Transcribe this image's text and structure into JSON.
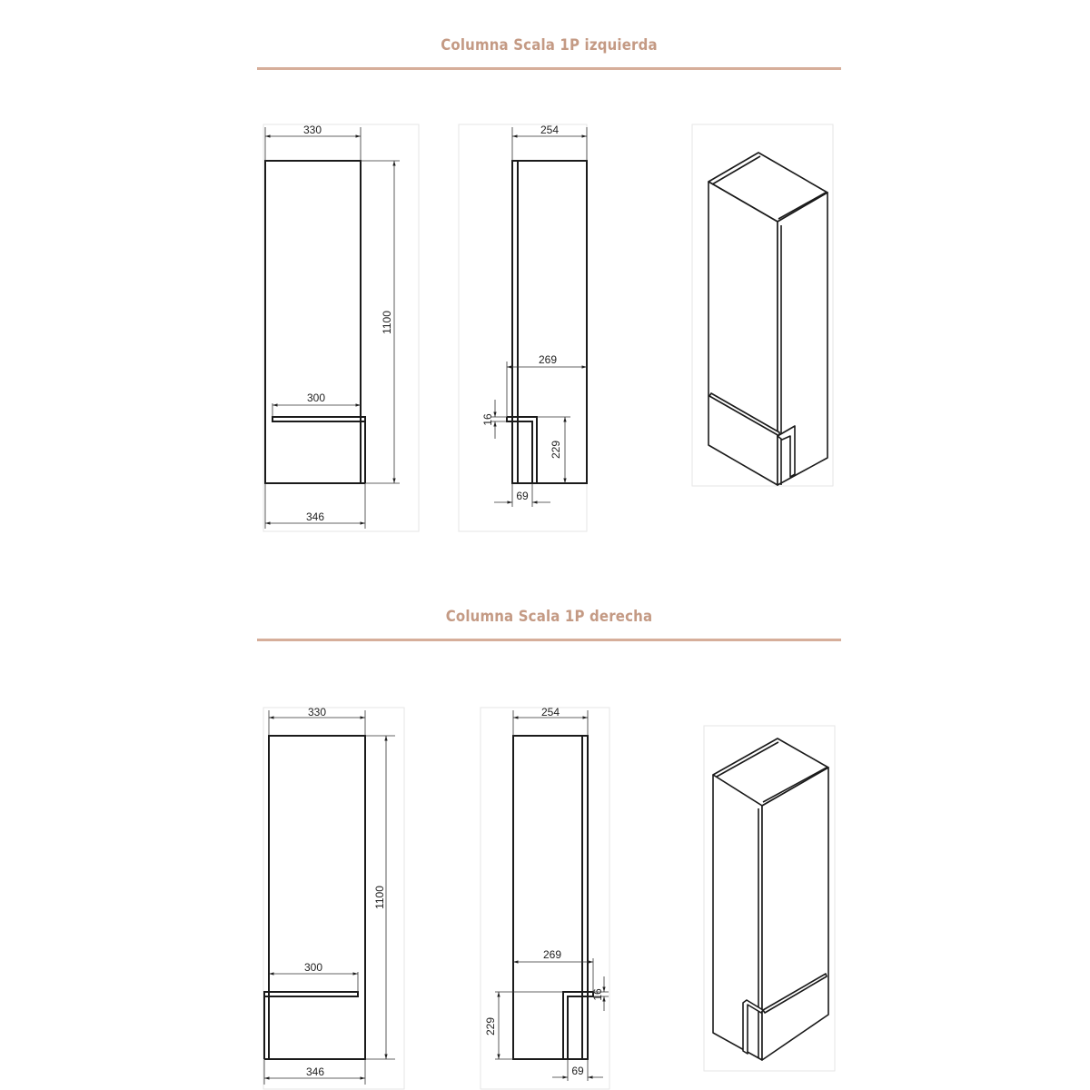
{
  "sections": [
    {
      "title": "Columna Scala 1P izquierda",
      "front_view": {
        "width_top": "330",
        "height": "1100",
        "shelf_width": "300",
        "width_bottom": "346"
      },
      "side_view": {
        "depth_top": "254",
        "depth_shelf": "269",
        "shelf_thickness": "16",
        "shelf_height": "229",
        "handle_depth": "69"
      },
      "iso_view": {
        "hinge_side": "left"
      }
    },
    {
      "title": "Columna Scala 1P derecha",
      "front_view": {
        "width_top": "330",
        "height": "1100",
        "shelf_width": "300",
        "width_bottom": "346"
      },
      "side_view": {
        "depth_top": "254",
        "depth_shelf": "269",
        "shelf_thickness": "16",
        "shelf_height": "229",
        "handle_depth": "69"
      },
      "iso_view": {
        "hinge_side": "right"
      }
    }
  ],
  "colors": {
    "title": "#c49a84",
    "rule": "#d6ae9a",
    "line": "#1a1a1a"
  }
}
